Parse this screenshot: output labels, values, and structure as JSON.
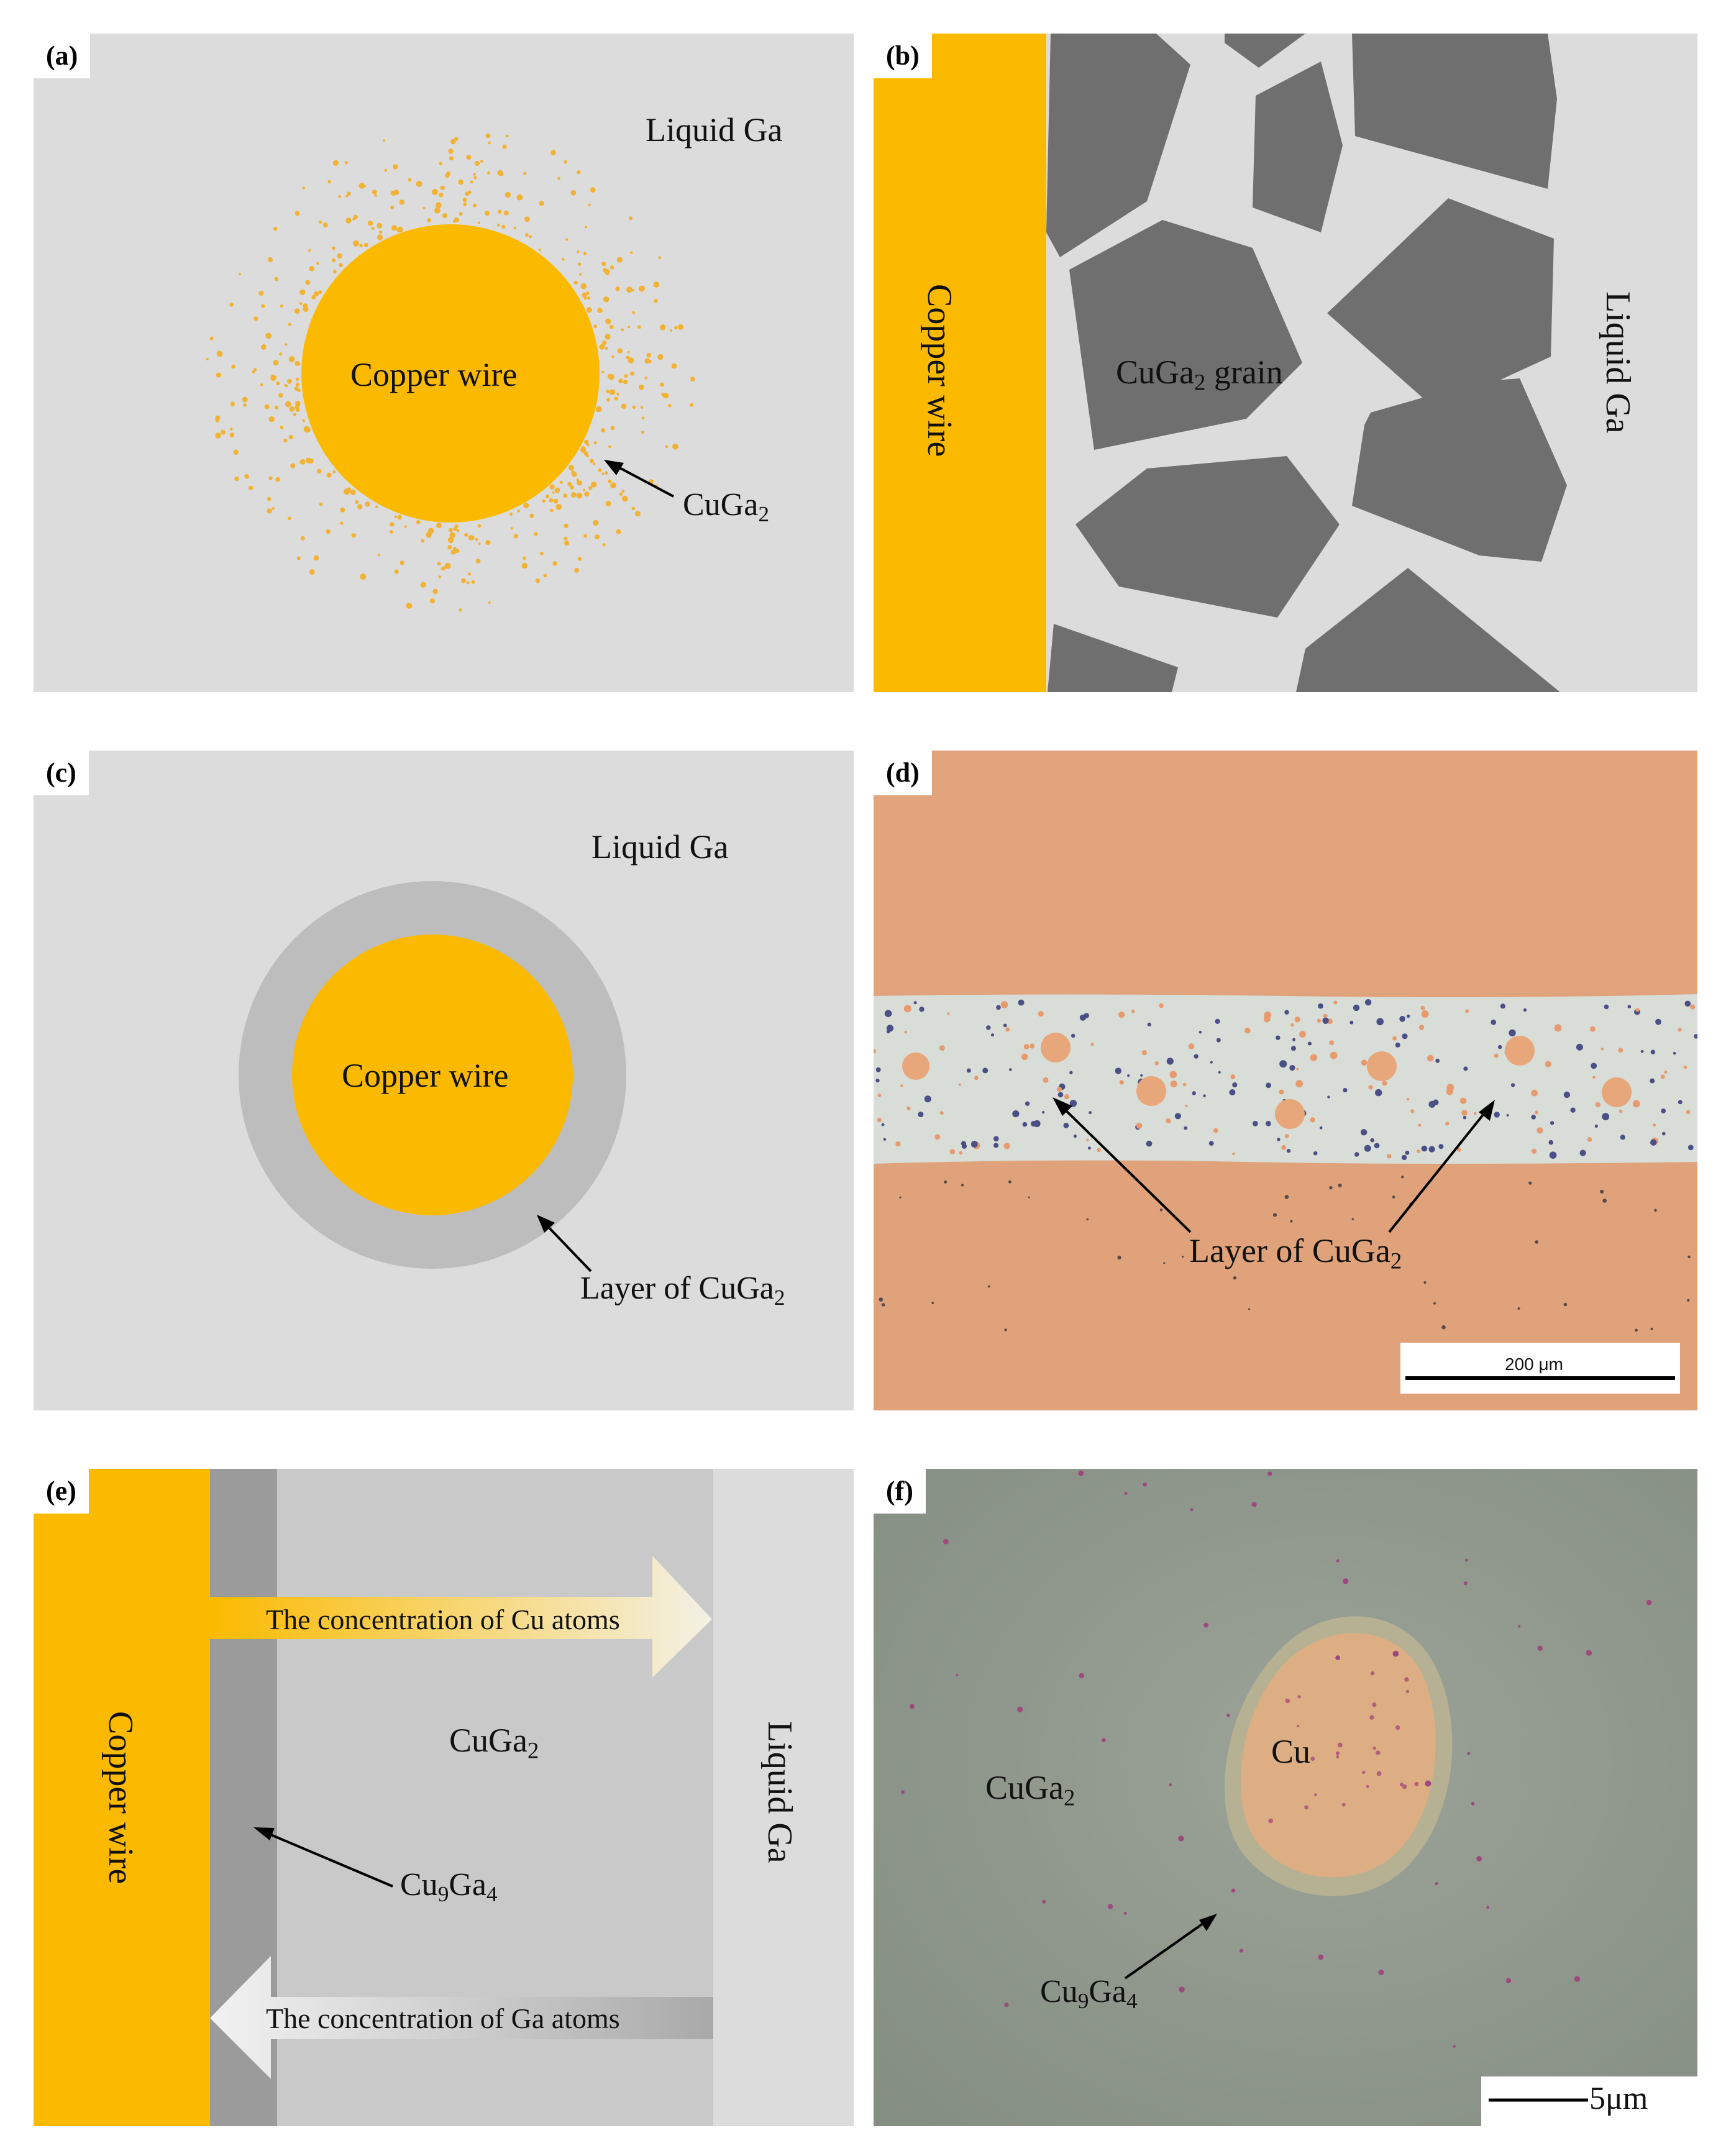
{
  "colors": {
    "copper": "#FBBA00",
    "background_gray": "#DCDCDC",
    "grain_gray": "#6F6F6F",
    "layer_gray": "#BDBDBD",
    "micro_copper": "#E3A37B",
    "micro_band": "#D9DDD7",
    "micro_f_bg": "#8E978C"
  },
  "panels": {
    "a": {
      "label": "(a)",
      "liquid": "Liquid Ga",
      "wire": "Copper wire",
      "product_base": "CuGa",
      "product_sub": "2"
    },
    "b": {
      "label": "(b)",
      "wire": "Copper wire",
      "grain_base": "CuGa",
      "grain_sub": "2",
      "grain_suffix": " grain",
      "liquid": "Liquid Ga"
    },
    "c": {
      "label": "(c)",
      "liquid": "Liquid Ga",
      "wire": "Copper wire",
      "layer_base": "Layer of CuGa",
      "layer_sub": "2"
    },
    "d": {
      "label": "(d)",
      "layer_base": "Layer of CuGa",
      "layer_sub": "2",
      "scale": "200 μm"
    },
    "e": {
      "label": "(e)",
      "wire": "Copper wire",
      "cu_conc": "The concentration of Cu atoms",
      "phase_base": "CuGa",
      "phase_sub": "2",
      "liquid": "Liquid Ga",
      "inter_base1": "Cu",
      "inter_sub1": "9",
      "inter_base2": "Ga",
      "inter_sub2": "4",
      "ga_conc": "The concentration of Ga atoms"
    },
    "f": {
      "label": "(f)",
      "phase_base": "CuGa",
      "phase_sub": "2",
      "core": "Cu",
      "inter_base1": "Cu",
      "inter_sub1": "9",
      "inter_base2": "Ga",
      "inter_sub2": "4",
      "scale": "5μm"
    }
  }
}
